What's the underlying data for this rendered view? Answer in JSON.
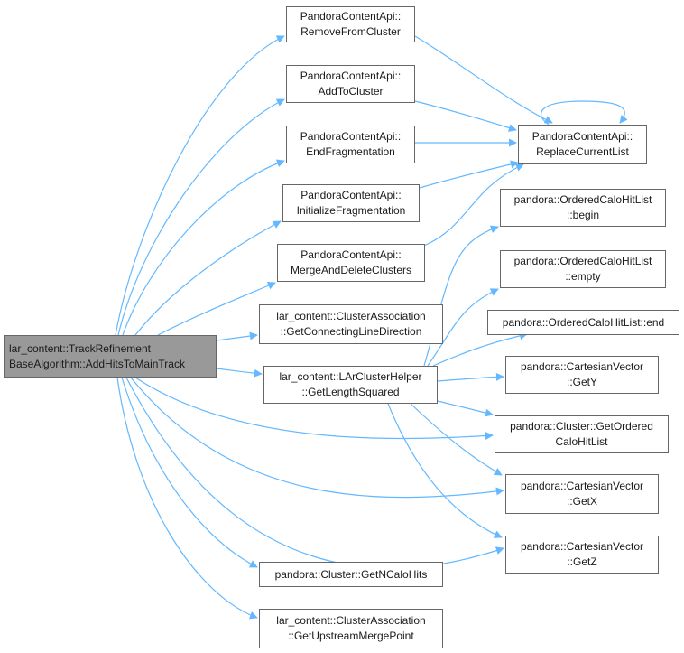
{
  "graph": {
    "edge_color": "#63b8ff",
    "root": {
      "id": "root",
      "lines": [
        "lar_content::TrackRefinement",
        "BaseAlgorithm::AddHitsToMainTrack"
      ],
      "fill": "#999999"
    },
    "nodes": [
      {
        "id": "removeFromCluster",
        "lines": [
          "PandoraContentApi::",
          "RemoveFromCluster"
        ]
      },
      {
        "id": "addToCluster",
        "lines": [
          "PandoraContentApi::",
          "AddToCluster"
        ]
      },
      {
        "id": "endFragmentation",
        "lines": [
          "PandoraContentApi::",
          "EndFragmentation"
        ]
      },
      {
        "id": "initializeFragmentation",
        "lines": [
          "PandoraContentApi::",
          "InitializeFragmentation"
        ]
      },
      {
        "id": "mergeAndDeleteClusters",
        "lines": [
          "PandoraContentApi::",
          "MergeAndDeleteClusters"
        ]
      },
      {
        "id": "getConnectingLineDirection",
        "lines": [
          "lar_content::ClusterAssociation",
          "::GetConnectingLineDirection"
        ]
      },
      {
        "id": "getLengthSquared",
        "lines": [
          "lar_content::LArClusterHelper",
          "::GetLengthSquared"
        ]
      },
      {
        "id": "getNCaloHits",
        "lines": [
          "pandora::Cluster::GetNCaloHits"
        ]
      },
      {
        "id": "getUpstreamMergePoint",
        "lines": [
          "lar_content::ClusterAssociation",
          "::GetUpstreamMergePoint"
        ]
      },
      {
        "id": "replaceCurrentList",
        "lines": [
          "PandoraContentApi::",
          "ReplaceCurrentList"
        ]
      },
      {
        "id": "begin",
        "lines": [
          "pandora::OrderedCaloHitList",
          "::begin"
        ]
      },
      {
        "id": "empty",
        "lines": [
          "pandora::OrderedCaloHitList",
          "::empty"
        ]
      },
      {
        "id": "end",
        "lines": [
          "pandora::OrderedCaloHitList::end"
        ]
      },
      {
        "id": "getY",
        "lines": [
          "pandora::CartesianVector",
          "::GetY"
        ]
      },
      {
        "id": "getOrderedCaloHitList",
        "lines": [
          "pandora::Cluster::GetOrdered",
          "CaloHitList"
        ]
      },
      {
        "id": "getX",
        "lines": [
          "pandora::CartesianVector",
          "::GetX"
        ]
      },
      {
        "id": "getZ",
        "lines": [
          "pandora::CartesianVector",
          "::GetZ"
        ]
      }
    ]
  }
}
